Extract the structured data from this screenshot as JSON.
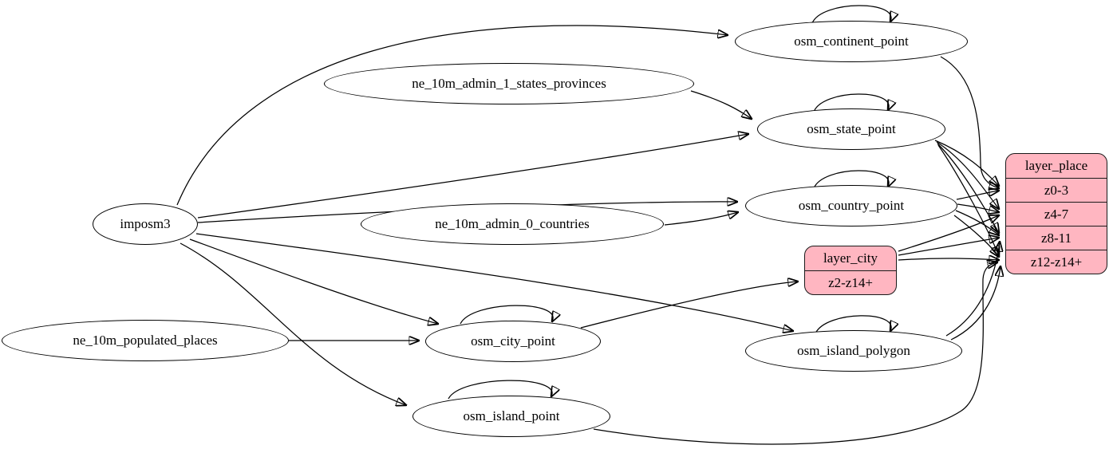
{
  "nodes": {
    "imposm3": {
      "label": "imposm3"
    },
    "ne_10m_admin_1_states_provinces": {
      "label": "ne_10m_admin_1_states_provinces"
    },
    "ne_10m_admin_0_countries": {
      "label": "ne_10m_admin_0_countries"
    },
    "ne_10m_populated_places": {
      "label": "ne_10m_populated_places"
    },
    "osm_continent_point": {
      "label": "osm_continent_point"
    },
    "osm_state_point": {
      "label": "osm_state_point"
    },
    "osm_country_point": {
      "label": "osm_country_point"
    },
    "osm_city_point": {
      "label": "osm_city_point"
    },
    "osm_island_polygon": {
      "label": "osm_island_polygon"
    },
    "osm_island_point": {
      "label": "osm_island_point"
    },
    "layer_city": {
      "title": "layer_city",
      "rows": [
        "z2-z14+"
      ]
    },
    "layer_place": {
      "title": "layer_place",
      "rows": [
        "z0-3",
        "z4-7",
        "z8-11",
        "z12-z14+"
      ]
    }
  },
  "colors": {
    "record_fill": "#ffb6c1",
    "node_fill": "#ffffff",
    "node_border": "#000000",
    "edge": "#000000",
    "background": "#ffffff"
  },
  "edges": [
    {
      "from": "imposm3",
      "to": "osm_continent_point"
    },
    {
      "from": "imposm3",
      "to": "osm_state_point"
    },
    {
      "from": "imposm3",
      "to": "osm_country_point"
    },
    {
      "from": "imposm3",
      "to": "osm_city_point"
    },
    {
      "from": "imposm3",
      "to": "osm_island_polygon"
    },
    {
      "from": "imposm3",
      "to": "osm_island_point"
    },
    {
      "from": "ne_10m_admin_1_states_provinces",
      "to": "osm_state_point"
    },
    {
      "from": "ne_10m_admin_0_countries",
      "to": "osm_country_point"
    },
    {
      "from": "ne_10m_populated_places",
      "to": "osm_city_point"
    },
    {
      "from": "osm_continent_point",
      "to": "osm_continent_point"
    },
    {
      "from": "osm_state_point",
      "to": "osm_state_point"
    },
    {
      "from": "osm_country_point",
      "to": "osm_country_point"
    },
    {
      "from": "osm_city_point",
      "to": "osm_city_point"
    },
    {
      "from": "osm_island_polygon",
      "to": "osm_island_polygon"
    },
    {
      "from": "osm_island_point",
      "to": "osm_island_point"
    },
    {
      "from": "osm_continent_point",
      "to": "layer_place:z0-3"
    },
    {
      "from": "osm_state_point",
      "to": "layer_place:z0-3"
    },
    {
      "from": "osm_state_point",
      "to": "layer_place:z4-7"
    },
    {
      "from": "osm_state_point",
      "to": "layer_place:z8-11"
    },
    {
      "from": "osm_state_point",
      "to": "layer_place:z12-z14+"
    },
    {
      "from": "osm_country_point",
      "to": "layer_place:z0-3"
    },
    {
      "from": "osm_country_point",
      "to": "layer_place:z4-7"
    },
    {
      "from": "osm_country_point",
      "to": "layer_place:z8-11"
    },
    {
      "from": "osm_country_point",
      "to": "layer_place:z12-z14+"
    },
    {
      "from": "osm_city_point",
      "to": "layer_city:z2-z14+"
    },
    {
      "from": "layer_city",
      "to": "layer_place:z4-7"
    },
    {
      "from": "layer_city",
      "to": "layer_place:z8-11"
    },
    {
      "from": "layer_city",
      "to": "layer_place:z12-z14+"
    },
    {
      "from": "osm_island_polygon",
      "to": "layer_place:z8-11"
    },
    {
      "from": "osm_island_polygon",
      "to": "layer_place:z12-z14+"
    },
    {
      "from": "osm_island_point",
      "to": "layer_place:z12-z14+"
    }
  ]
}
